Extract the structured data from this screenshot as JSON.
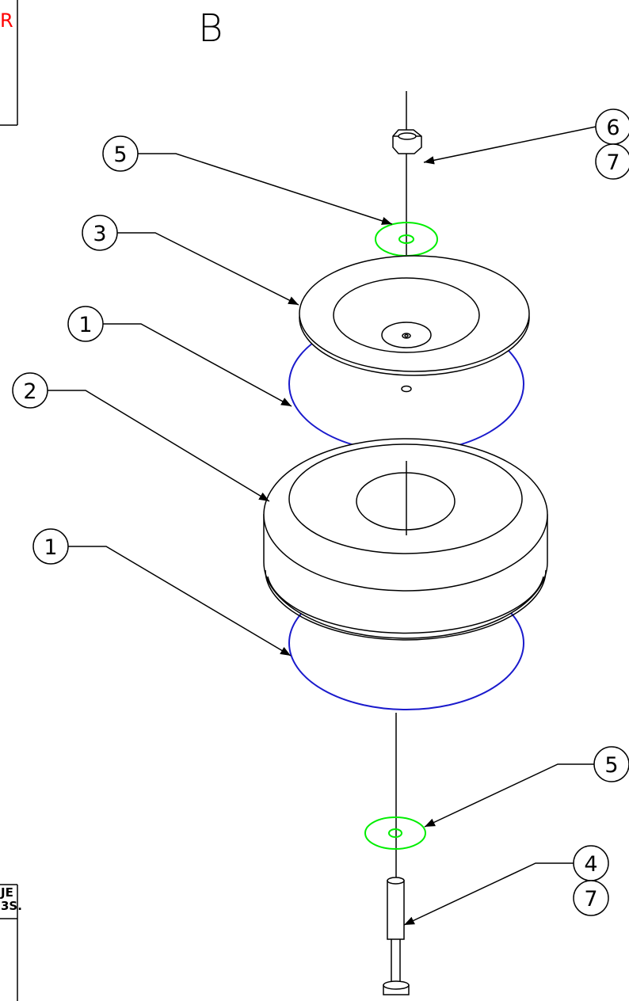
{
  "sheet": {
    "zone_letter": "B",
    "edge_fragments": {
      "top_left": "R",
      "bottom_left_line1": "JE",
      "bottom_left_line2": "3S."
    }
  },
  "balloons": [
    {
      "id": "balloon-5-top",
      "label": "5"
    },
    {
      "id": "balloon-3",
      "label": "3"
    },
    {
      "id": "balloon-1-upper",
      "label": "1"
    },
    {
      "id": "balloon-2",
      "label": "2"
    },
    {
      "id": "balloon-1-lower",
      "label": "1"
    },
    {
      "id": "balloon-6",
      "label": "6"
    },
    {
      "id": "balloon-7-top",
      "label": "7"
    },
    {
      "id": "balloon-5-bottom",
      "label": "5"
    },
    {
      "id": "balloon-4",
      "label": "4"
    },
    {
      "id": "balloon-7-bottom",
      "label": "7"
    }
  ],
  "colors": {
    "line": "#000000",
    "washer": "#00ee00",
    "gasket": "#1a1acc",
    "note_red": "#ff0000"
  }
}
